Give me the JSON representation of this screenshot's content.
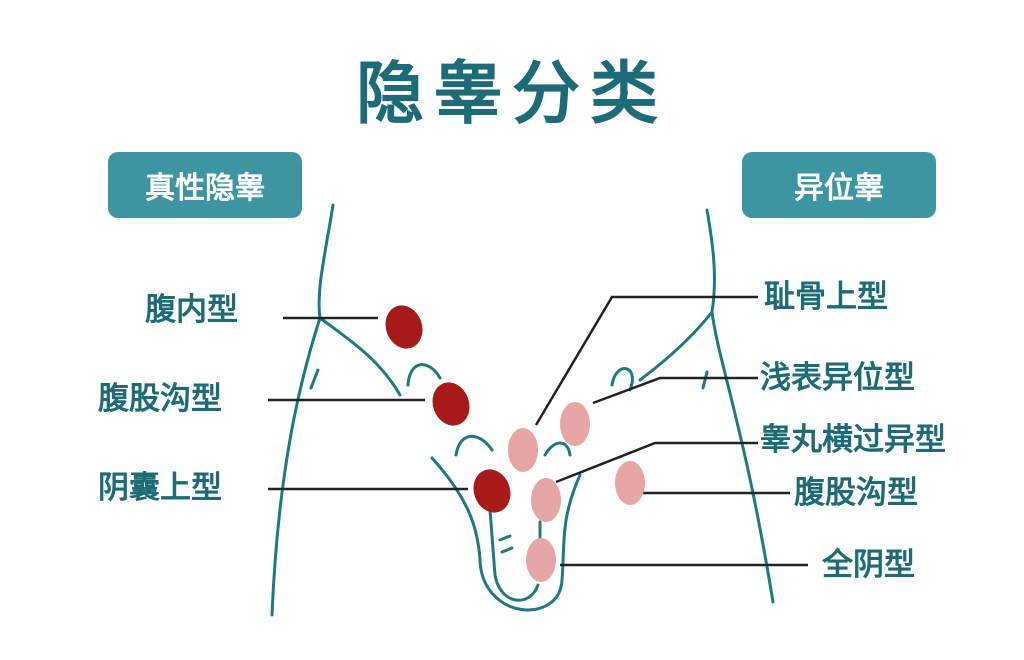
{
  "title": "隐睾分类",
  "categories": {
    "left": "真性隐睾",
    "right": "异位睾"
  },
  "left_labels": [
    {
      "text": "腹内型",
      "testis_color": "#a81a1a"
    },
    {
      "text": "腹股沟型",
      "testis_color": "#a81a1a"
    },
    {
      "text": "阴囊上型",
      "testis_color": "#a81a1a"
    }
  ],
  "right_labels": [
    {
      "text": "耻骨上型",
      "testis_color": "#e8a5a5"
    },
    {
      "text": "浅表异位型",
      "testis_color": "#e8a5a5"
    },
    {
      "text": "睾丸横过异型",
      "testis_color": "#e8a5a5"
    },
    {
      "text": "腹股沟型",
      "testis_color": "#e8a5a5"
    },
    {
      "text": "全阴型",
      "testis_color": "#e8a5a5"
    }
  ],
  "colors": {
    "accent": "#1d6b77",
    "badge": "#3d95a2",
    "true_cryptorchid": "#a81a1a",
    "ectopic": "#e8a5a5"
  }
}
